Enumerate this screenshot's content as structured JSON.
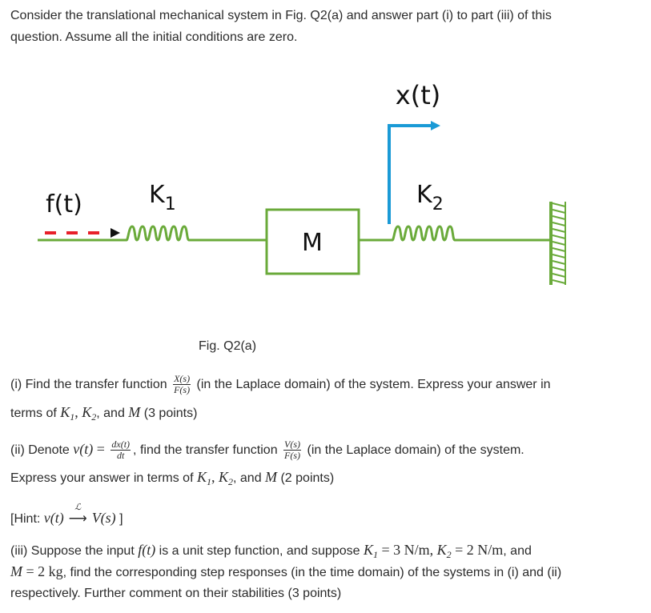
{
  "intro": {
    "line1": "Consider the translational mechanical system in Fig. Q2(a) and answer part (i) to part (iii) of this",
    "line2": "question. Assume all the initial conditions are zero."
  },
  "figure": {
    "input_label": "f(t)",
    "output_label": "x(t)",
    "spring1_label": "K",
    "spring1_sub": "1",
    "spring2_label": "K",
    "spring2_sub": "2",
    "mass_label": "M",
    "caption": "Fig. Q2(a)",
    "colors": {
      "line": "#6aaa3a",
      "arrow": "#1a9ad6",
      "force": "#e8202a",
      "wall": "#6aaa3a"
    }
  },
  "part1": {
    "text_a": "(i) Find the transfer function",
    "frac_num": "X(s)",
    "frac_den": "F(s)",
    "text_b": "(in the Laplace domain) of the system. Express your answer in",
    "line2_a": "terms of ",
    "k1": "K",
    "k1_sub": "1",
    "comma1": ", ",
    "k2": "K",
    "k2_sub": "2",
    "and": ", and ",
    "m": "M",
    "points": " (3 points)"
  },
  "part2": {
    "text_a": "(ii) Denote ",
    "v_of_t": "v(t)",
    "eq": " = ",
    "frac1_num": "dx(t)",
    "frac1_den": "dt",
    "text_b": ", find the transfer function",
    "frac2_num": "V(s)",
    "frac2_den": "F(s)",
    "text_c": "(in the Laplace domain) of the system.",
    "line2_a": "Express your answer in terms of ",
    "k1": "K",
    "k1_sub": "1",
    "comma1": ", ",
    "k2": "K",
    "k2_sub": "2",
    "and": ", and ",
    "m": "M",
    "points": "  (2 points)"
  },
  "hint": {
    "text_a": "[Hint: ",
    "v_of_t": "v(t)",
    "over": "ℒ",
    "arrow": "⟶",
    "v_of_s": "V(s)",
    "text_b": " ]"
  },
  "part3": {
    "line1_a": "(iii) Suppose the input ",
    "f_of_t": "f(t)",
    "line1_b": " is a unit step function, and suppose ",
    "k1_eq": "K",
    "k1_sub": "1",
    "k1_val": " = 3 N/m, ",
    "k2_eq": "K",
    "k2_sub": "2",
    "k2_val": " = 2 N/m",
    "line1_c": ", and",
    "line2_m": "M",
    "line2_mval": " = 2 kg",
    "line2_b": ", find the corresponding step responses (in the time domain) of the systems in (i) and (ii)",
    "line3": "respectively. Further comment on their stabilities (3 points)"
  }
}
